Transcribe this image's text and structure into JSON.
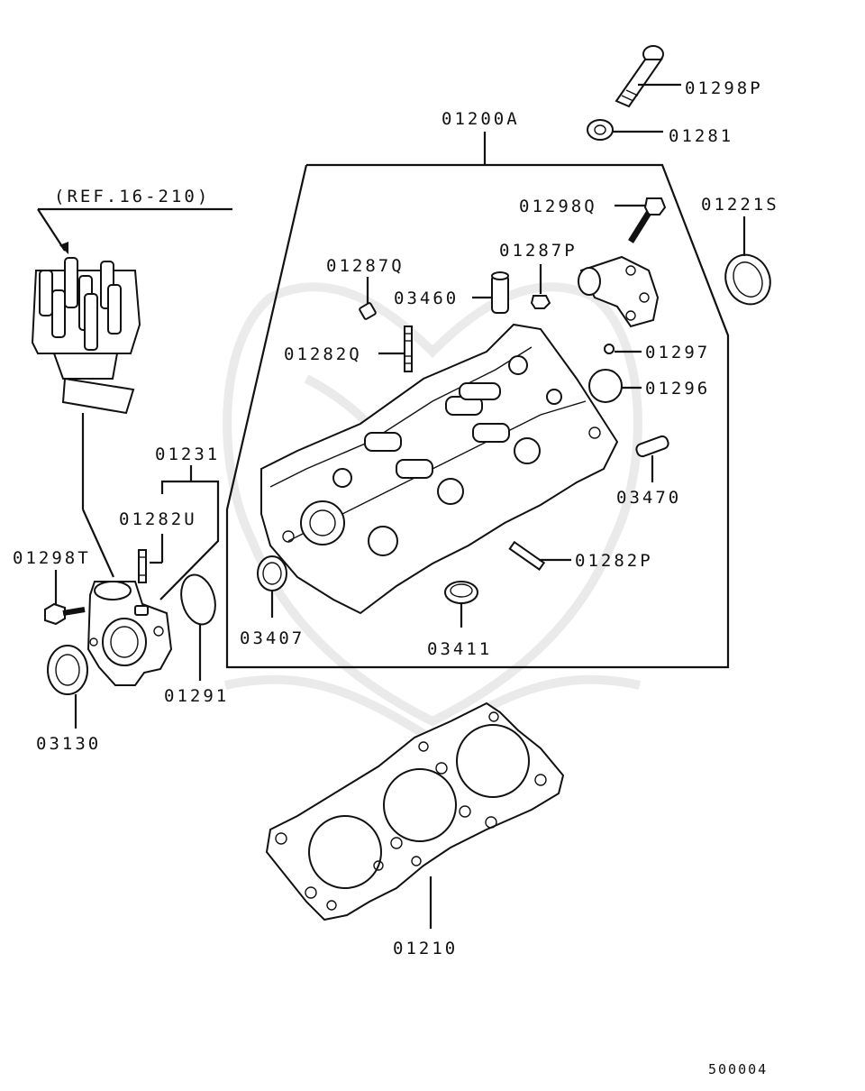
{
  "reference": "(REF.16-210)",
  "diagram_id": "500004",
  "parts": {
    "cylinder_head_assy": "01200A",
    "bolt_head_long": "01298P",
    "washer_head_bolt": "01281",
    "bolt_small": "01298Q",
    "seal_ring": "01221S",
    "plug_01287Q": "01287Q",
    "nut_01287P": "01287P",
    "tube_03460": "03460",
    "stud_01282Q": "01282Q",
    "small_plug_01297": "01297",
    "cap_plug_01296": "01296",
    "stud_03470": "03470",
    "stud_01282P": "01282P",
    "seal_03407": "03407",
    "seal_03411": "03411",
    "housing_01231": "01231",
    "stud_01282U": "01282U",
    "bolt_01298T": "01298T",
    "oring_01291": "01291",
    "oil_seal_03130": "03130",
    "head_gasket": "01210"
  }
}
